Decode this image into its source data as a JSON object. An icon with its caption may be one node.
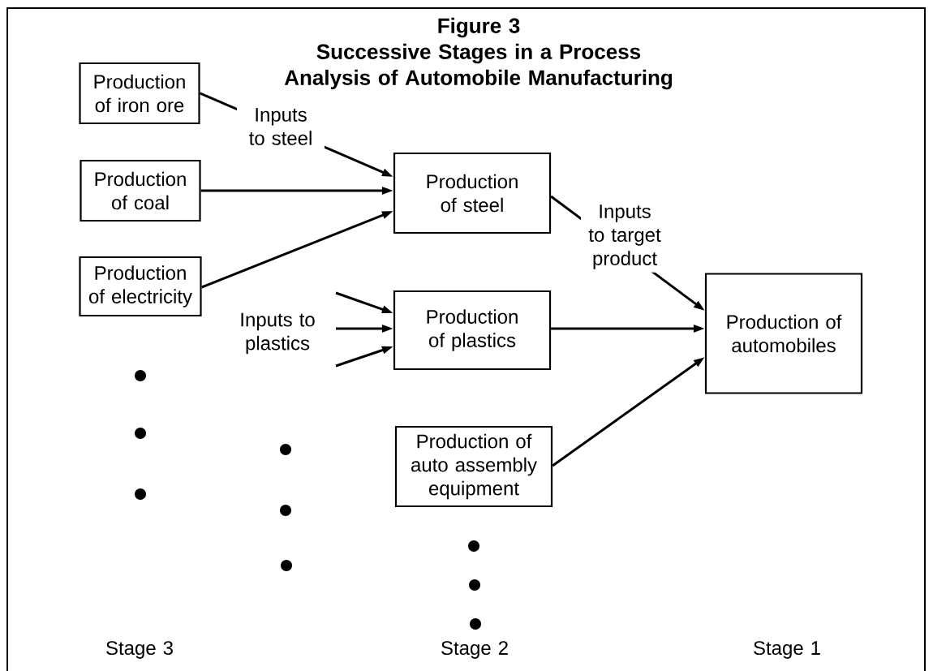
{
  "diagram": {
    "title": "Successive Stages in a Process Analysis of Automobile Manufacturing",
    "nodes": [
      {
        "text": [
          "Production of iron ore"
        ]
      },
      {
        "text": [
          "Production of coal"
        ]
      },
      {
        "text": [
          "Production of electricity"
        ]
      },
      {
        "text": [
          "Production of steel"
        ]
      },
      {
        "text": [
          "Production of plastics"
        ]
      },
      {
        "text": [
          "Production of auto assembly equipment"
        ]
      },
      {
        "text": [
          "Production of automobiles"
        ]
      }
    ],
    "edges": [
      {
        "from": 0,
        "to": 3,
        "arrow": "to",
        "label": "Inputs to steel"
      },
      {
        "from": 1,
        "to": 3,
        "arrow": "to"
      },
      {
        "from": 2,
        "to": 3,
        "arrow": "to"
      },
      {
        "from": null,
        "to": 4,
        "arrow": "to"
      },
      {
        "from": null,
        "to": 4,
        "arrow": "to"
      },
      {
        "from": null,
        "to": 4,
        "arrow": "to"
      },
      {
        "from": 3,
        "to": 6,
        "arrow": "to",
        "label": "Inputs to target product"
      },
      {
        "from": 4,
        "to": 6,
        "arrow": "to"
      },
      {
        "from": 5,
        "to": 6,
        "arrow": "to"
      }
    ],
    "labels": [
      "Figure 3",
      "Inputs to plastics",
      "Stage 3",
      "Stage 2",
      "Stage 1"
    ]
  }
}
